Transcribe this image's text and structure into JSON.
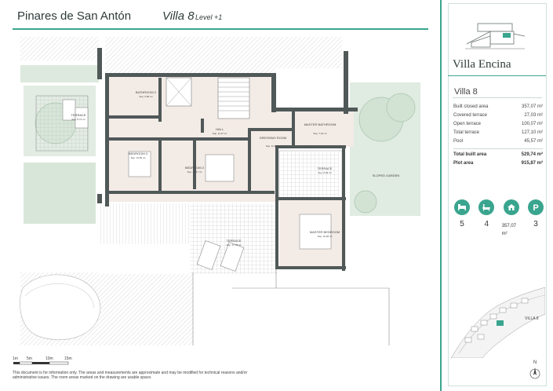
{
  "header": {
    "project": "Pinares de San Antón",
    "villa": "Villa 8",
    "level": "Level +1"
  },
  "plan": {
    "rooms": {
      "bathroom2": {
        "name": "BATHROOM 2",
        "area": "Sup. 5,86 m²"
      },
      "terrace_left": {
        "name": "TERRACE",
        "area": "Sup. 8,74 m²"
      },
      "hall": {
        "name": "HALL",
        "area": "Sup. 11,37 m²"
      },
      "master_bathroom": {
        "name": "MASTER BATHROOM",
        "area": "Sup. 7,04 m²"
      },
      "dressing_room": {
        "name": "DRESSING ROOM",
        "area": "Sup. 11,26 m²"
      },
      "bedroom3": {
        "name": "BEDROOM 3",
        "area": "Sup. 13,66 m²"
      },
      "bedroom2": {
        "name": "BEDROOM 2",
        "area": "Sup. 15,17 m²"
      },
      "terrace_right": {
        "name": "TERRACE",
        "area": "Sup. 8,09 m²"
      },
      "sloped_garden": {
        "name": "SLOPED GARDEN"
      },
      "master_bedroom": {
        "name": "MASTER BEDROOM",
        "area": "Sup. 16,48 m²"
      },
      "terrace_main": {
        "name": "TERRACE",
        "area": "Sup. 27,78 m²"
      }
    },
    "scale_labels": [
      "1m",
      "5m",
      "10m",
      "15m"
    ]
  },
  "disclaimer": "This document is for information only. The areas and measurements are approximate and may be modified for technical reasons and/or administrative issues. The room areas marked on the drawing are usable space.",
  "sidebar": {
    "brand": "Villa Encina",
    "villa": "Villa 8",
    "areas": [
      {
        "label": "Built closed area",
        "value": "357,07 m²"
      },
      {
        "label": "Covered terrace",
        "value": "27,03 m²"
      },
      {
        "label": "Open terrace",
        "value": "100,07 m²"
      },
      {
        "label": "Total terrace",
        "value": "127,10 m²"
      },
      {
        "label": "Pool",
        "value": "45,57 m²"
      }
    ],
    "totals": [
      {
        "label": "Total built area",
        "value": "529,74 m²"
      },
      {
        "label": "Plot area",
        "value": "915,87 m²"
      }
    ],
    "features": [
      {
        "icon": "bed-icon",
        "value": "5"
      },
      {
        "icon": "bathtub-icon",
        "value": "4"
      },
      {
        "icon": "house-icon",
        "value": "357,07 m²"
      },
      {
        "icon": "parking-icon",
        "value": "3"
      }
    ],
    "minimap_label": "VILLA 8",
    "north": "N",
    "accent_color": "#3aa58e"
  }
}
